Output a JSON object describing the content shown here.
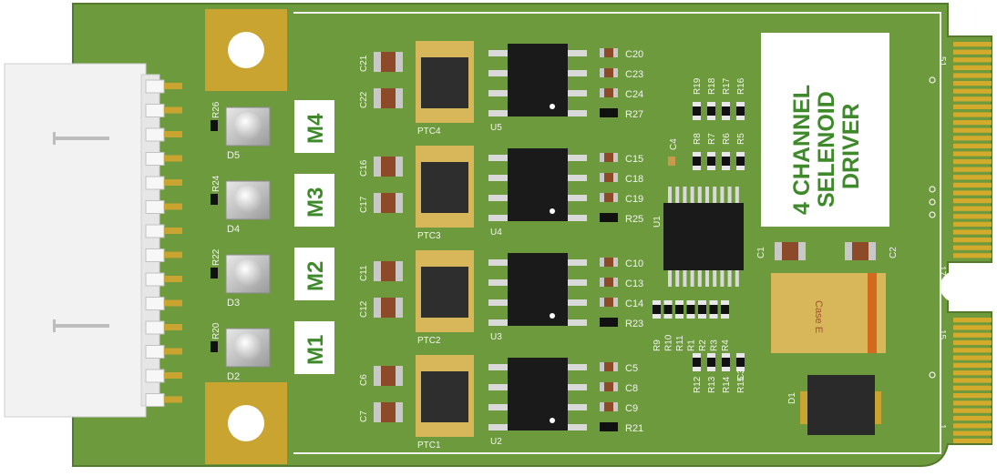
{
  "board": {
    "title_lines": [
      "4 CHANNEL",
      "SELENOID",
      "DRIVER"
    ],
    "colors": {
      "pcb": "#6e9a3e",
      "pcb_edge": "#557a2e",
      "silkscreen": "#f2f2f2",
      "gold": "#c9a430",
      "label_text": "#3e8a2a",
      "chip": "#1a1a1a",
      "tantalum": "#d8b65a",
      "tantalum_band": "#d2691e"
    },
    "edge_connector": {
      "labels": [
        "51",
        "17",
        "15",
        "1"
      ]
    },
    "motor_channels": [
      {
        "label": "M4",
        "led": "D5",
        "resistor": "R26"
      },
      {
        "label": "M3",
        "led": "D4",
        "resistor": "R24"
      },
      {
        "label": "M2",
        "led": "D3",
        "resistor": "R22"
      },
      {
        "label": "M1",
        "led": "D2",
        "resistor": "R20"
      }
    ],
    "driver_channels": [
      {
        "cap_a": "C21",
        "cap_b": "C22",
        "ptc": "PTC4",
        "ic": "U5",
        "right": [
          "C20",
          "C23",
          "C24",
          "R27"
        ]
      },
      {
        "cap_a": "C16",
        "cap_b": "C17",
        "ptc": "PTC3",
        "ic": "U4",
        "right": [
          "C15",
          "C18",
          "C19",
          "R25"
        ]
      },
      {
        "cap_a": "C11",
        "cap_b": "C12",
        "ptc": "PTC2",
        "ic": "U3",
        "right": [
          "C10",
          "C13",
          "C14",
          "R23"
        ]
      },
      {
        "cap_a": "C6",
        "cap_b": "C7",
        "ptc": "PTC1",
        "ic": "U2",
        "right": [
          "C5",
          "C8",
          "C9",
          "R21"
        ]
      }
    ],
    "main_ic": "U1",
    "cap_c4": "C4",
    "cap_c1": "C1",
    "cap_c2": "C2",
    "cap_c3": "C3",
    "diode_d1": "D1",
    "tantalum_case": "Case E",
    "resistors_top_upper": [
      "R19",
      "R18",
      "R17",
      "R16"
    ],
    "resistors_top_lower": [
      "R8",
      "R7",
      "R6",
      "R5"
    ],
    "resistors_bottom_upper": [
      "R9",
      "R10",
      "R11",
      "R1",
      "R2",
      "R3",
      "R4"
    ],
    "resistors_bottom_lower": [
      "R12",
      "R13",
      "R14",
      "R15"
    ]
  }
}
